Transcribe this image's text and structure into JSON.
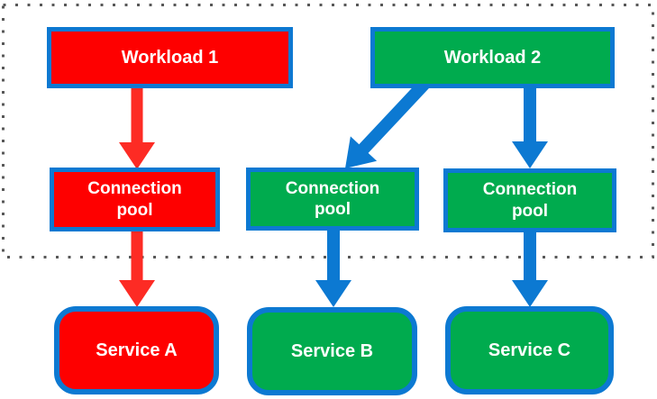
{
  "colors": {
    "red": "#fe0000",
    "red_arrow": "#fd2b24",
    "green": "#00ab4e",
    "blue": "#0c79d2",
    "dot": "#585858",
    "text": "#ffffff",
    "background": "#ffffff"
  },
  "diagram": {
    "nodes": {
      "workload1": {
        "label": "Workload 1",
        "color": "red"
      },
      "workload2": {
        "label": "Workload 2",
        "color": "green"
      },
      "pool1": {
        "label": "Connection\npool",
        "color": "red"
      },
      "pool2": {
        "label": "Connection\npool",
        "color": "green"
      },
      "pool3": {
        "label": "Connection\npool",
        "color": "green"
      },
      "serviceA": {
        "label": "Service A",
        "color": "red"
      },
      "serviceB": {
        "label": "Service B",
        "color": "green"
      },
      "serviceC": {
        "label": "Service C",
        "color": "green"
      }
    },
    "edges": [
      {
        "from": "workload1",
        "to": "pool1",
        "color": "red"
      },
      {
        "from": "workload2",
        "to": "pool2",
        "color": "blue"
      },
      {
        "from": "workload2",
        "to": "pool3",
        "color": "blue"
      },
      {
        "from": "pool1",
        "to": "serviceA",
        "color": "red"
      },
      {
        "from": "pool2",
        "to": "serviceB",
        "color": "blue"
      },
      {
        "from": "pool3",
        "to": "serviceC",
        "color": "blue"
      }
    ],
    "boundary": {
      "style": "dotted",
      "encloses": [
        "workload1",
        "workload2",
        "pool1",
        "pool2",
        "pool3"
      ]
    }
  }
}
